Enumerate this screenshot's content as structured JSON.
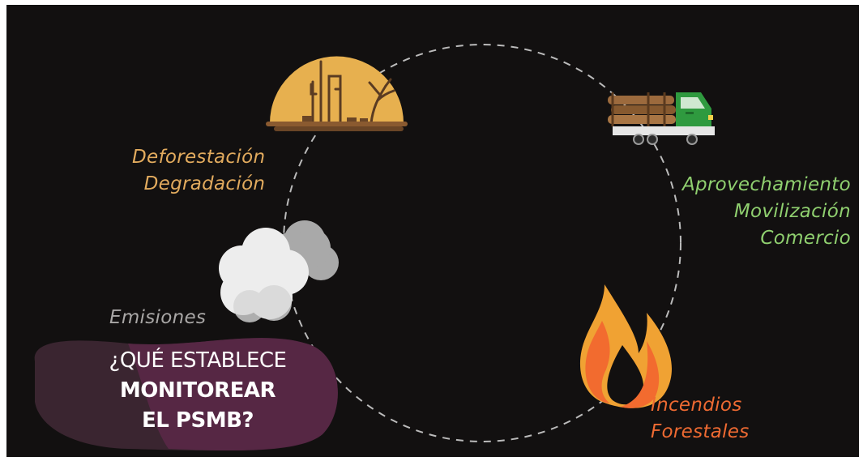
{
  "labels": {
    "deforestation": [
      "Deforestación",
      "Degradación"
    ],
    "harvest": [
      "Aprovechamiento",
      "Movilización",
      "Comercio"
    ],
    "emissions": [
      "Emisiones"
    ],
    "fires": [
      "Incendios",
      "Forestales"
    ]
  },
  "question": [
    "¿QUÉ ESTABLECE",
    "MONITOREAR",
    "EL PSMB?"
  ],
  "icons": [
    "deforested-hill-icon",
    "logging-truck-icon",
    "smoke-cloud-icon",
    "forest-fire-icon"
  ],
  "colors": {
    "background": "#121010",
    "deforestation": "#e2ab5e",
    "harvest": "#8fcf6f",
    "emissions": "#a9a7a6",
    "fires": "#ee6a32",
    "question_bubble_dark": "#3a2530",
    "question_bubble_light": "#5a2847"
  }
}
